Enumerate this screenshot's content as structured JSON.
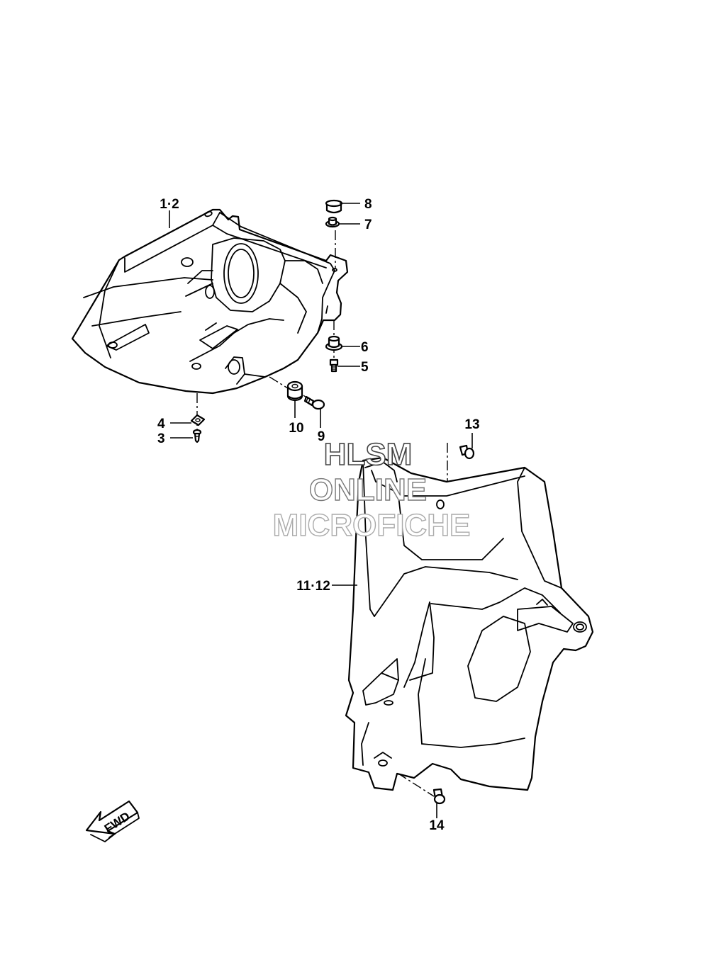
{
  "callouts": {
    "c1_2": "1·2",
    "c3": "3",
    "c4": "4",
    "c5": "5",
    "c6": "6",
    "c7": "7",
    "c8": "8",
    "c9": "9",
    "c10": "10",
    "c11_12": "11·12",
    "c13": "13",
    "c14": "14"
  },
  "watermark": {
    "line1": "HLSM",
    "line2": "ONLINE",
    "line3": "MICROFICHE"
  },
  "direction_label": "FWD",
  "colors": {
    "line": "#000000",
    "background": "#ffffff",
    "watermark_outline": "#888888"
  }
}
